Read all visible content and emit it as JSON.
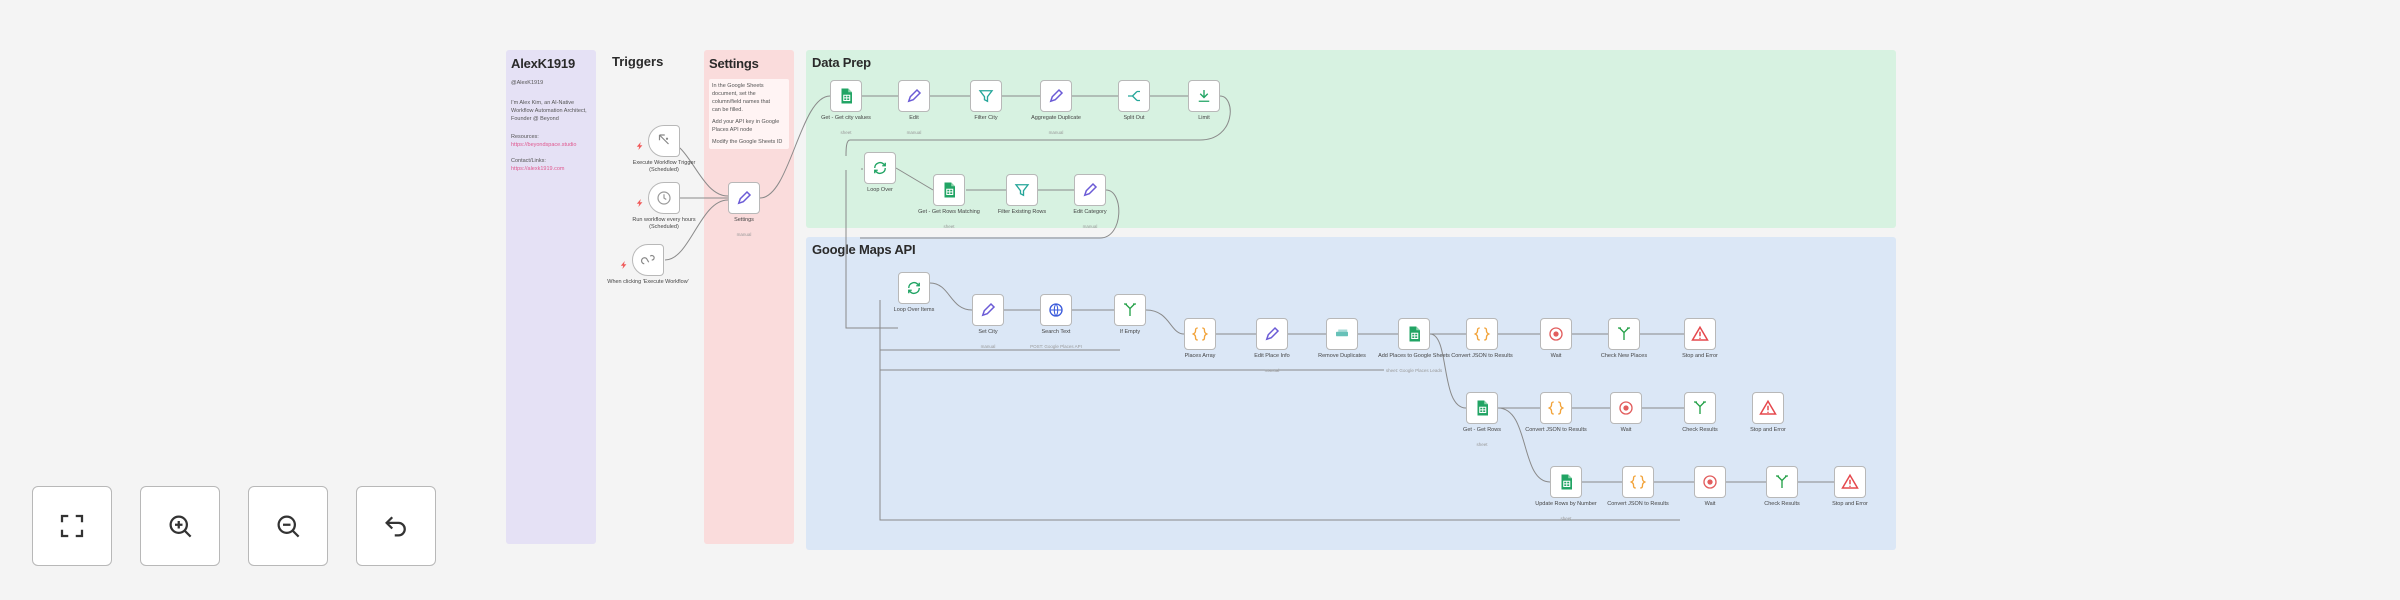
{
  "stickies": {
    "author": {
      "title": "AlexK1919",
      "handle": "@AlexK1919",
      "intro": "I'm Alex Kim, an AI-Native Workflow Automation Architect, Founder @ Beyond",
      "links_label": "Resources:",
      "links": [
        "https://beyondspace.studio",
        "https://alexk1919.com"
      ],
      "contact_label": "Contact/Links:"
    },
    "triggers": {
      "title": "Triggers"
    },
    "settings": {
      "title": "Settings",
      "lines": [
        "In the Google Sheets",
        "document, set the",
        "column/field names that",
        "can be filled.",
        "Add your API key in Google",
        "Places API node",
        "Modify the Google Sheets ID"
      ]
    },
    "data_prep": {
      "title": "Data Prep"
    },
    "maps_api": {
      "title": "Google Maps API"
    }
  },
  "nodes": {
    "manual": {
      "label": "Execute Workflow Trigger (Scheduled)"
    },
    "schedule": {
      "label": "Run workflow every hours (Scheduled)"
    },
    "webhook": {
      "label": "When clicking 'Execute Workflow'"
    },
    "settings": {
      "label": "Settings",
      "sub": "manual"
    },
    "get_rows": {
      "label": "Get - Get city values",
      "sub": "sheet"
    },
    "edit1": {
      "label": "Edit",
      "sub": "manual"
    },
    "filter1": {
      "label": "Filter City",
      "sub": ""
    },
    "aggregate": {
      "label": "Aggregate Duplicate",
      "sub": "manual"
    },
    "split": {
      "label": "Split Out",
      "sub": ""
    },
    "limit": {
      "label": "Limit",
      "sub": ""
    },
    "loop1": {
      "label": "Loop Over",
      "sub": ""
    },
    "get_rows2": {
      "label": "Get - Get Rows Matching",
      "sub": "sheet"
    },
    "filter2": {
      "label": "Filter Existing Rows",
      "sub": ""
    },
    "edit2": {
      "label": "Edit Category",
      "sub": "manual"
    },
    "loop2": {
      "label": "Loop Over Items",
      "sub": ""
    },
    "set_city": {
      "label": "Set City",
      "sub": "manual"
    },
    "http": {
      "label": "Search Text",
      "sub": "POST: Google Places API"
    },
    "if1": {
      "label": "If Empty",
      "sub": ""
    },
    "code": {
      "label": "Places Array",
      "sub": ""
    },
    "edit3": {
      "label": "Edit Place Info",
      "sub": "manual"
    },
    "batch": {
      "label": "Remove Duplicates",
      "sub": ""
    },
    "append": {
      "label": "Add Places to Google Sheets",
      "sub": "sheet: Google Places Leads"
    },
    "fmt1": {
      "label": "Convert JSON to Results",
      "sub": ""
    },
    "wait1": {
      "label": "Wait",
      "sub": ""
    },
    "if2": {
      "label": "Check New Places",
      "sub": ""
    },
    "stop1": {
      "label": "Stop and Error",
      "sub": ""
    },
    "update": {
      "label": "Get - Get Rows",
      "sub": "sheet"
    },
    "fmt2": {
      "label": "Convert JSON to Results",
      "sub": ""
    },
    "wait2": {
      "label": "Wait",
      "sub": ""
    },
    "if3": {
      "label": "Check Results",
      "sub": ""
    },
    "stop2": {
      "label": "Stop and Error",
      "sub": ""
    },
    "update2": {
      "label": "Update Rows by Number",
      "sub": "sheet"
    },
    "fmt3": {
      "label": "Convert JSON to Results",
      "sub": ""
    },
    "wait3": {
      "label": "Wait",
      "sub": ""
    },
    "if4": {
      "label": "Check Results",
      "sub": ""
    },
    "stop3": {
      "label": "Stop and Error",
      "sub": ""
    }
  },
  "controls": {
    "fit": "fit-view-icon",
    "zoom_in": "zoom-in-icon",
    "zoom_out": "zoom-out-icon",
    "undo": "undo-icon"
  },
  "colors": {
    "sticky_purple": "#e5e1f5",
    "sticky_pink": "#fadcdc",
    "sticky_green": "#d7f2e1",
    "sticky_blue": "#dbe7f6",
    "sheets_green": "#21a464",
    "edit_purple": "#6b5bd6",
    "filter_teal": "#26a69a",
    "code_orange": "#f2a33a",
    "stop_red": "#e5484d",
    "if_green": "#24a148",
    "http_blue": "#3b5bdb",
    "wait_red": "#e25d5d"
  }
}
